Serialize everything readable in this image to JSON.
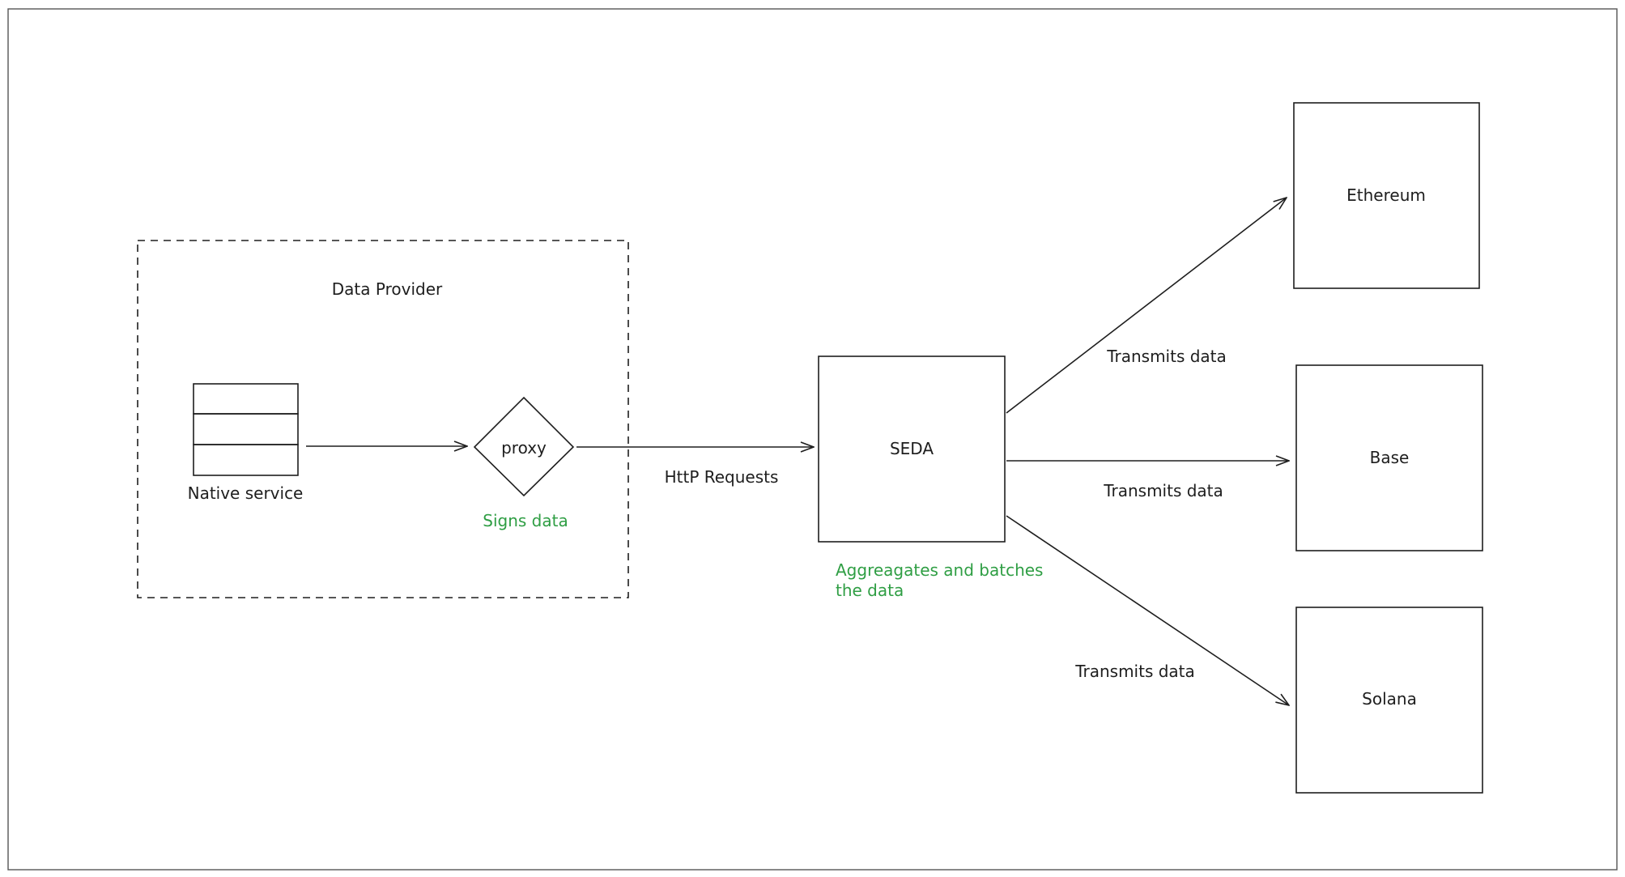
{
  "nodes": {
    "data_provider": {
      "label": "Data Provider"
    },
    "native_service": {
      "label": "Native service"
    },
    "proxy": {
      "label": "proxy",
      "note": "Signs data"
    },
    "seda": {
      "label": "SEDA",
      "note_line1": "Aggreagates and batches",
      "note_line2": "the data"
    },
    "ethereum": {
      "label": "Ethereum"
    },
    "base": {
      "label": "Base"
    },
    "solana": {
      "label": "Solana"
    }
  },
  "edges": {
    "native_to_proxy": {
      "label": ""
    },
    "proxy_to_seda": {
      "label": "HttP Requests"
    },
    "seda_to_ethereum": {
      "label": "Transmits data"
    },
    "seda_to_base": {
      "label": "Transmits data"
    },
    "seda_to_solana": {
      "label": "Transmits data"
    }
  },
  "colors": {
    "stroke": "#1e1e1e",
    "note": "#2f9e44",
    "background": "#ffffff"
  }
}
